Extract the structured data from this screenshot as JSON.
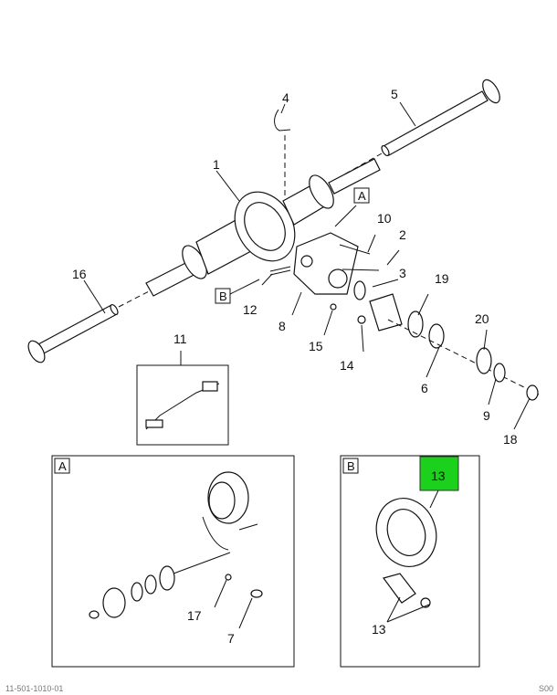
{
  "callouts": {
    "c1": "1",
    "c2": "2",
    "c3": "3",
    "c4": "4",
    "c5": "5",
    "c6": "6",
    "c7": "7",
    "c8": "8",
    "c9": "9",
    "c10": "10",
    "c11": "11",
    "c12": "12",
    "c13": "13",
    "c13b": "13",
    "c14": "14",
    "c15": "15",
    "c16": "16",
    "c17": "17",
    "c18": "18",
    "c19": "19",
    "c20": "20"
  },
  "view_labels": {
    "a_ref": "A",
    "b_ref": "B",
    "a_box": "A",
    "b_box": "B"
  },
  "highlight": {
    "label": "13",
    "color": "#1cd11c"
  },
  "footer": {
    "left": "11-501-1010-01",
    "right": "S00"
  }
}
